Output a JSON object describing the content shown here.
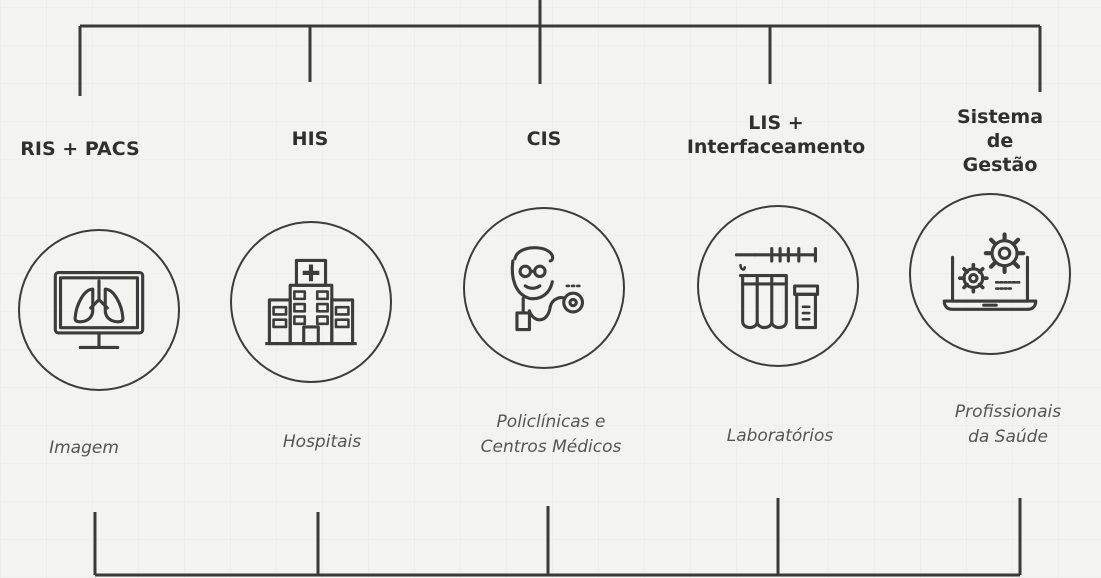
{
  "columns": [
    {
      "title": "RIS + PACS",
      "caption": "Imagem",
      "icon": "monitor-lungs-icon"
    },
    {
      "title": "HIS",
      "caption": "Hospitais",
      "icon": "hospital-building-icon"
    },
    {
      "title": "CIS",
      "caption": "Policlínicas e\nCentros Médicos",
      "icon": "doctor-stethoscope-icon"
    },
    {
      "title": "LIS +\nInterfaceamento",
      "caption": "Laboratórios",
      "icon": "lab-tubes-syringe-icon"
    },
    {
      "title": "Sistema de\nGestão",
      "caption": "Profissionais\nda Saúde",
      "icon": "laptop-gears-icon"
    }
  ],
  "colors": {
    "line": "#3a3a3a",
    "text": "#2f2f2f",
    "caption": "#555555"
  }
}
